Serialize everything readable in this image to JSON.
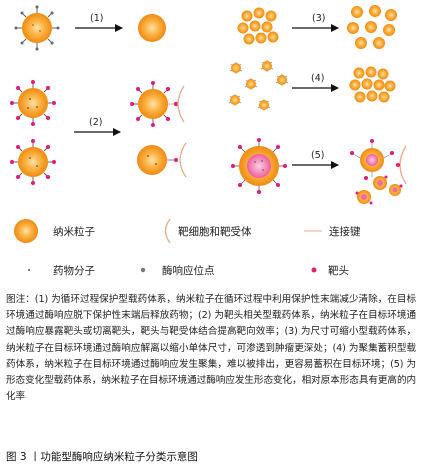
{
  "steps": [
    {
      "label": "(1)"
    },
    {
      "label": "(2)"
    },
    {
      "label": "(3)"
    },
    {
      "label": "(4)"
    },
    {
      "label": "(5)"
    }
  ],
  "legend": {
    "nanoparticle": "纳米粒子",
    "target_cell": "靶细胞和靶受体",
    "linker": "连接键",
    "drug": "药物分子",
    "responsive_site": "酶响应位点",
    "targeting_head": "靶头"
  },
  "note": {
    "text": "图注：(1) 为循环过程保护型载药体系，纳米粒子在循环过程中利用保护性末端减少清除，在目标环境通过酶响应脱下保护性末端后释放药物；(2) 为靶头相关型载药体系，纳米粒子在目标环境通过酶响应暴露靶头或切离靶头，靶头与靶受体结合提高靶向效率；(3) 为尺寸可缩小型载药体系，纳米粒子在目标环境通过酶响应解离以缩小单体尺寸，可渗透到肿瘤更深处；(4) 为聚集蓄积型载药体系，纳米粒子在目标环境通过酶响应发生聚集，难以被排出，更容易蓄积在目标环境；(5) 为形态变化型载药体系，纳米粒子在目标环境通过酶响应发生形态变化，相对原本形态具有更高的内化率"
  },
  "caption": {
    "text": "图 3 丨功能型酶响应纳米粒子分类示意图"
  },
  "colors": {
    "particle_outer": "#f7a21b",
    "particle_inner": "#fbcf7a",
    "particle_core_pink": "#f06aa8",
    "magenta": "#e6197a",
    "linker": "#e8a98a",
    "dot_gray": "#777777",
    "arrow": "#111111"
  }
}
